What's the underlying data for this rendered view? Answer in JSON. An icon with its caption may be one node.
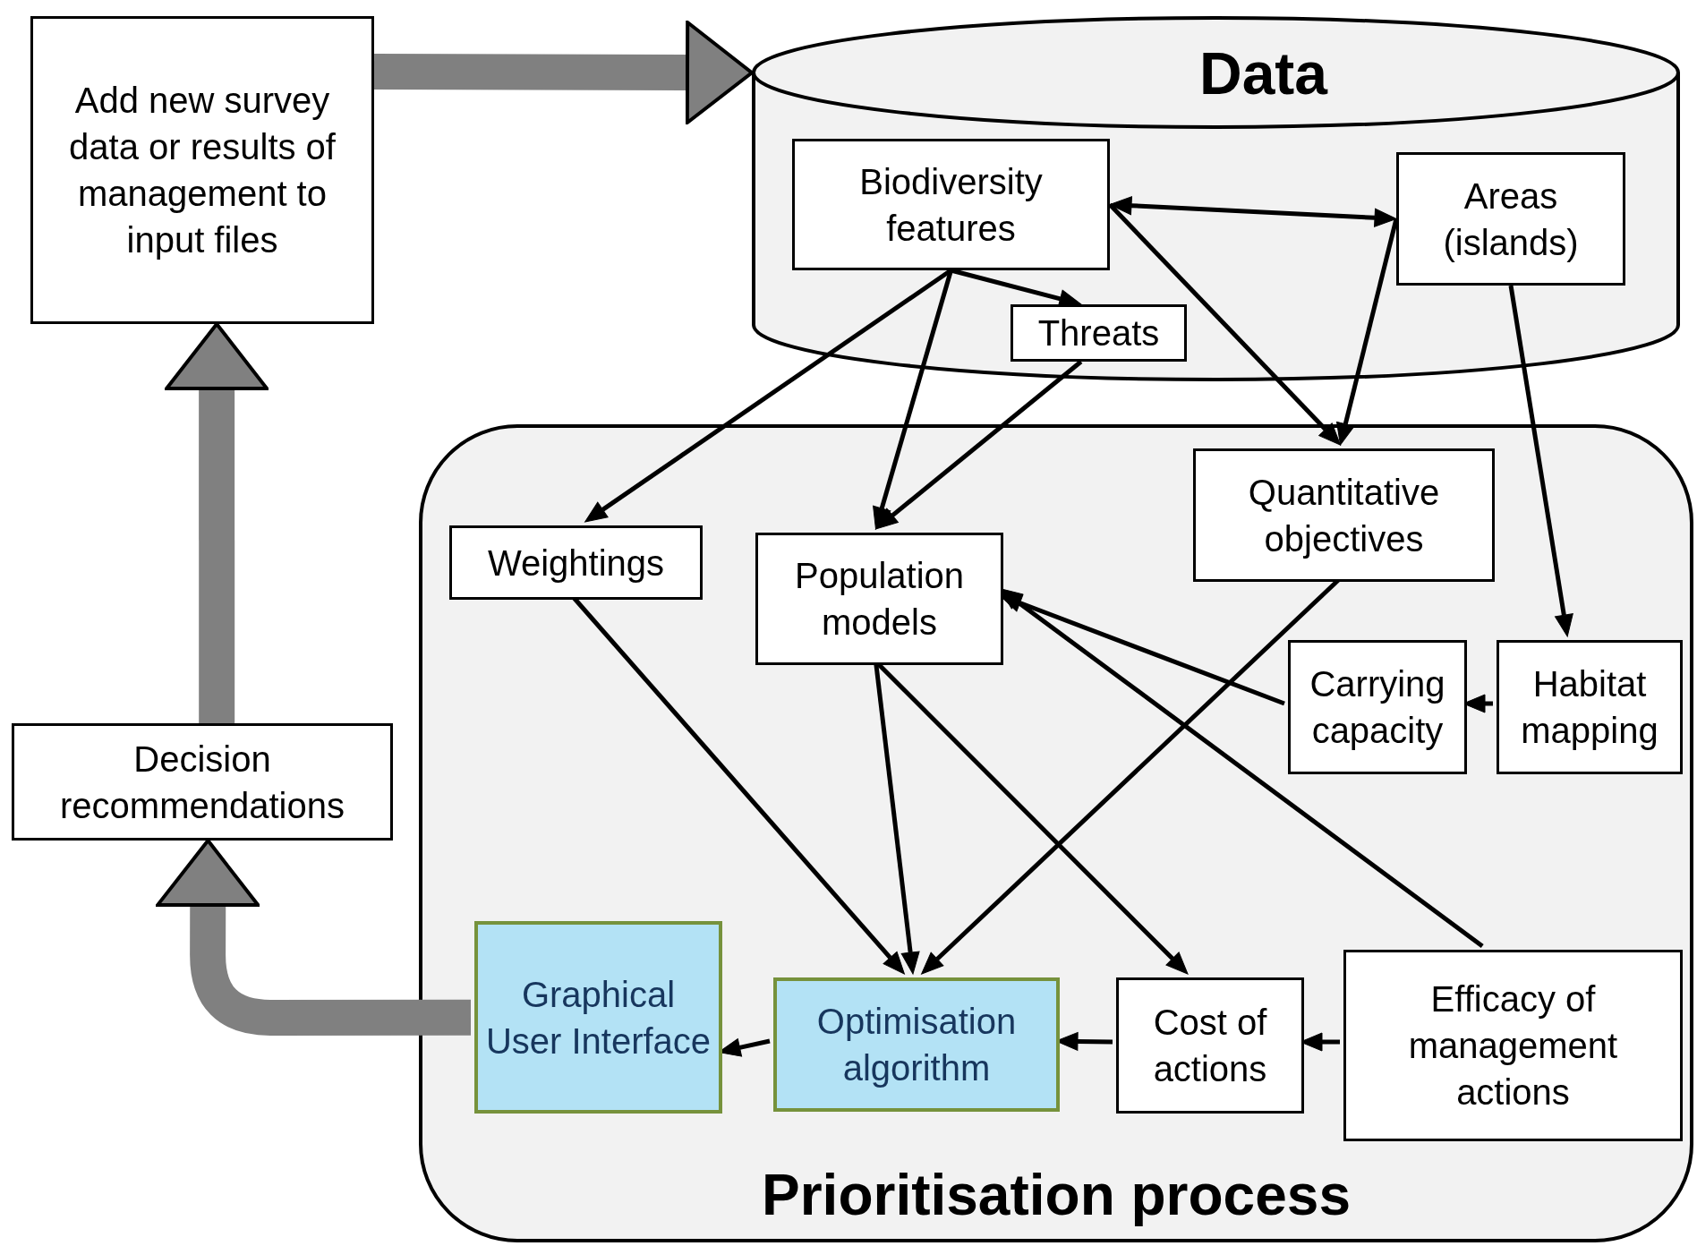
{
  "diagram": {
    "nodes": [
      {
        "text": [
          "Add new survey data or results of management to input files"
        ]
      },
      {
        "text": [
          "Data"
        ]
      },
      {
        "text": [
          "Biodiversity features"
        ],
        "in": 1
      },
      {
        "text": [
          "Areas (islands)"
        ],
        "in": 1
      },
      {
        "text": [
          "Threats"
        ],
        "in": 1
      },
      {
        "text": [
          "Prioritisation process"
        ]
      },
      {
        "text": [
          "Weightings"
        ],
        "in": 5
      },
      {
        "text": [
          "Population models"
        ],
        "in": 5
      },
      {
        "text": [
          "Quantitative objectives"
        ],
        "in": 5
      },
      {
        "text": [
          "Carrying capacity"
        ],
        "in": 5
      },
      {
        "text": [
          "Habitat mapping"
        ],
        "in": 5
      },
      {
        "text": [
          "Graphical User Interface"
        ],
        "in": 5
      },
      {
        "text": [
          "Optimisation algorithm"
        ],
        "in": 5
      },
      {
        "text": [
          "Cost of actions"
        ],
        "in": 5
      },
      {
        "text": [
          "Efficacy of management actions"
        ],
        "in": 5
      },
      {
        "text": [
          "Decision recommendations"
        ]
      }
    ],
    "edges": [
      {
        "from": 0,
        "to": 1,
        "arrow": "to",
        "style": "thick",
        "color": "#808080"
      },
      {
        "from": 2,
        "to": 3,
        "arrow": "both"
      },
      {
        "from": 2,
        "to": 4,
        "arrow": "to"
      },
      {
        "from": 2,
        "to": 6,
        "arrow": "to"
      },
      {
        "from": 2,
        "to": 7,
        "arrow": "to"
      },
      {
        "from": 2,
        "to": 8,
        "arrow": "to"
      },
      {
        "from": 3,
        "to": 8,
        "arrow": "to"
      },
      {
        "from": 4,
        "to": 7,
        "arrow": "to"
      },
      {
        "from": 3,
        "to": 10,
        "arrow": "to"
      },
      {
        "from": 10,
        "to": 9,
        "arrow": "to"
      },
      {
        "from": 9,
        "to": 7,
        "arrow": "to"
      },
      {
        "from": 14,
        "to": 7,
        "arrow": "to"
      },
      {
        "from": 6,
        "to": 12,
        "arrow": "to"
      },
      {
        "from": 7,
        "to": 12,
        "arrow": "to"
      },
      {
        "from": 8,
        "to": 12,
        "arrow": "to"
      },
      {
        "from": 7,
        "to": 13,
        "arrow": "to"
      },
      {
        "from": 12,
        "to": 11,
        "arrow": "to"
      },
      {
        "from": 13,
        "to": 12,
        "arrow": "to"
      },
      {
        "from": 14,
        "to": 13,
        "arrow": "to"
      },
      {
        "from": 11,
        "to": 15,
        "arrow": "to",
        "style": "thick",
        "color": "#808080"
      },
      {
        "from": 15,
        "to": 0,
        "arrow": "to",
        "style": "thick",
        "color": "#808080"
      }
    ]
  }
}
